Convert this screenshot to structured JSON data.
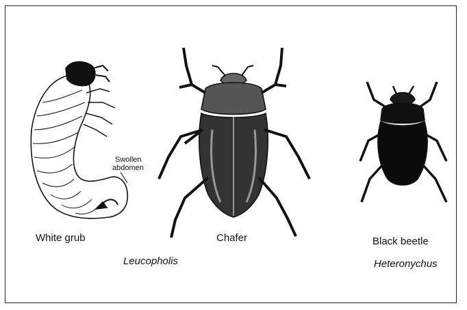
{
  "figure": {
    "specimens": [
      {
        "id": "white-grub",
        "common_name": "White grub"
      },
      {
        "id": "chafer",
        "common_name": "Chafer",
        "genus": "Leucopholis"
      },
      {
        "id": "black-beetle",
        "common_name": "Black beetle",
        "genus": "Heteronychus"
      }
    ],
    "annotations": {
      "swollen_line1": "Swollen",
      "swollen_line2": "abdomen"
    }
  }
}
